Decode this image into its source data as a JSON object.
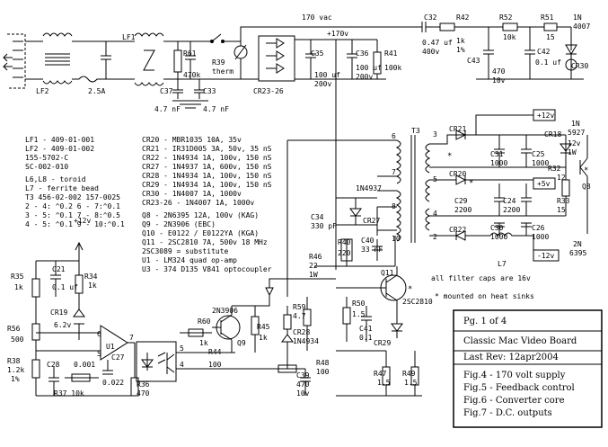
{
  "labels": {
    "v170ac": "170 vac",
    "v170": "+170v",
    "c32": "C32",
    "c32_v1": "0.47 uf",
    "c32_v2": "400v",
    "r42": "R42",
    "r42_v1": "1k",
    "r42_v2": "1%",
    "r52": "R52",
    "r52_v": "10k",
    "r51": "R51",
    "r51_v": "15",
    "d1n": "1N",
    "d4007": "4007",
    "c43": "C43",
    "c43_v1": "470",
    "c43_v2": "10v",
    "c42": "C42",
    "c42_v": "0.1 uf",
    "cr30": "CR30",
    "lf1": "LF1",
    "lf2": "LF2",
    "fuse": "2.5A",
    "r61": "R61",
    "r61_v": "470k",
    "c37": "C37",
    "c33": "C33",
    "c37_v": "4.7 nF",
    "c33_v": "4.7 nF",
    "r39": "R39",
    "therm": "therm",
    "cr23_26": "CR23-26",
    "c35": "C35",
    "c35_v1": "100 uf",
    "c35_v2": "200v",
    "c36": "C36",
    "c36_v1": "100 uf",
    "c36_v2": "200v",
    "r41": "R41",
    "r41_v": "100k",
    "t3": "T3",
    "pin6": "6",
    "pin7": "7",
    "pin8": "8",
    "pin10": "10",
    "pin3": "3",
    "pin5": "5",
    "pin4": "4",
    "pin2": "2",
    "cr21": "CR21",
    "cr20": "CR20",
    "cr22": "CR22",
    "out_p12": "+12v",
    "out_p5": "+5v",
    "out_m12": "-12v",
    "c31": "C31",
    "c31_v": "1000",
    "c25": "C25",
    "c25_v": "1000",
    "c29": "C29",
    "c29_v": "2200",
    "c24": "C24",
    "c24_v": "2200",
    "c30": "C30",
    "c30_v": "1000",
    "c26": "C26",
    "c26_v": "1000",
    "l7": "L7",
    "note_caps": "all filter caps are 16v",
    "note_heat": "* mounted on heat sinks",
    "n1": "1N",
    "n5927": "5927",
    "cr18": "CR18",
    "v12": "12v",
    "w1": "1W",
    "r32": "R32",
    "r32_v": "12",
    "q8": "Q8",
    "r33": "R33",
    "r33_v": "15",
    "n2": "2N",
    "n6395": "6395",
    "d1n4937": "1N4937",
    "cr27": "CR27",
    "c34": "C34",
    "c34_v": "330 pF",
    "r40": "R40",
    "r40_v": "220",
    "c40": "C40",
    "c40_v": "33 nF",
    "r46": "R46",
    "r46_v1": "22",
    "r46_v2": "1W",
    "q11": "Q11",
    "q2sc": "2SC2810",
    "r50": "R50",
    "r50_v": "1.5",
    "c41": "C41",
    "c41_v": "0.1",
    "cr29": "CR29",
    "r47": "R47",
    "r47_v": "1.5",
    "r49": "R49",
    "r49_v": "1.5",
    "r59": "R59",
    "r59_v": "4.7",
    "cr28": "CR28",
    "d1n4934": "1N4934",
    "r48": "R48",
    "r48_v": "100",
    "c39": "C39",
    "c39_v1": "470",
    "c39_v2": "10v",
    "q2n3906": "2N3906",
    "q9": "Q9",
    "r60": "R60",
    "r60_v": "1k",
    "r45": "R45",
    "r45_v": "1k",
    "r44": "R44",
    "r44_v": "100",
    "fb_p12": "+12v",
    "r35": "R35",
    "r35_v": "1k",
    "c21": "C21",
    "c21_v": "0.1 uf",
    "r34": "R34",
    "r34_v": "1k",
    "cr19": "CR19",
    "cr19_v": "6.2v",
    "r56": "R56",
    "r56_v": "500",
    "op6": "6",
    "op5": "5",
    "u1": "U1",
    "op7": "7",
    "r38": "R38",
    "r38_v1": "1.2k",
    "r38_v2": "1%",
    "c28": "C28",
    "c28_v": "0.001",
    "c27": "C27",
    "c27_v": "0.022",
    "r37": "R37  10k",
    "r36": "R36",
    "r36_v": "470",
    "opto5": "5",
    "opto4": "4",
    "star": "*"
  },
  "parts": {
    "left": [
      "LF1 - 409-01-001",
      "LF2 - 409-01-002",
      "      155-5702-C",
      "      SC-002-010",
      "L6,L8 - toroid",
      "L7 - ferrite bead",
      "T3 456-02-002  157-0025",
      " 2 - 4: ^0.2   6 - 7:^0.1",
      " 3 - 5: ^0.1   7 - 8:^0.5",
      " 4 - 5: ^0.1   9 - 10:^0.1"
    ],
    "right": [
      "CR20 - MBR1035  10A, 35v",
      "CR21 - IR31D005  3A, 50v, 35 nS",
      "CR22 - 1N4934    1A, 100v, 150 nS",
      "CR27 - 1N4937    1A, 600v, 150 nS",
      "CR28 - 1N4934    1A, 100v, 150 nS",
      "CR29 - 1N4934    1A, 100v, 150 nS",
      "CR30 -           1N4007  1A, 1000v",
      "CR23-26 -        1N4007  1A, 1000v",
      "Q8 - 2N6395         12A, 100v  (KAG)",
      "Q9 - 2N3906                    (EBC)",
      "Q10 - E0122 / E0122YA          (KGA)",
      "Q11 - 2SC2810  7A, 500v 18 MHz",
      "      2SC3089 = substitute",
      "U1 - LM324  quad op-amp",
      "U3 - 374 D135 V841 optocoupler"
    ]
  },
  "title": {
    "page": "Pg. 1 of 4",
    "board": "Classic Mac Video Board",
    "rev": "Last Rev: 12apr2004",
    "figs": [
      "Fig.4 - 170 volt supply",
      "Fig.5 - Feedback control",
      "Fig.6 - Converter core",
      "Fig.7 - D.C. outputs"
    ]
  }
}
